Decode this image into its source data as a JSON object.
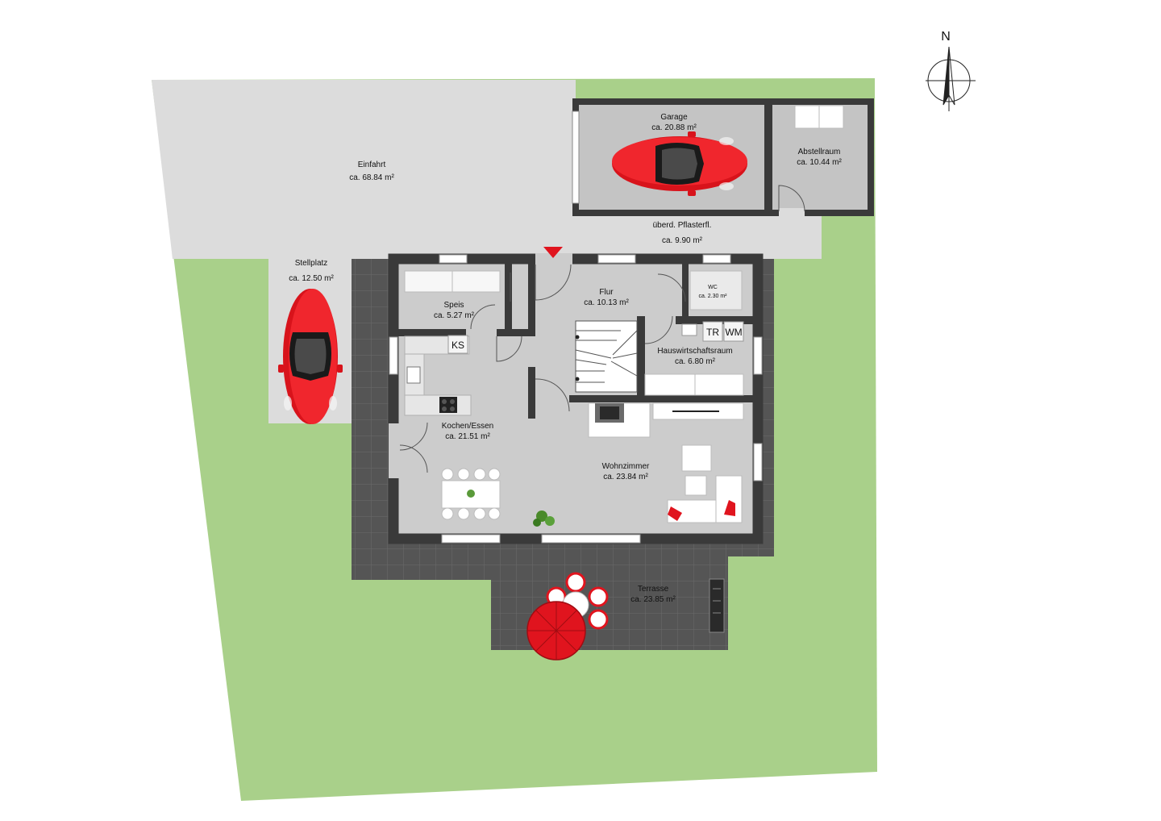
{
  "colors": {
    "lawn": "#a9d08a",
    "paving": "#dcdcdc",
    "floor": "#cccccc",
    "terrace": "#555555",
    "wall": "#3a3a3a",
    "accent": "#e0141e"
  },
  "compass": {
    "label": "N"
  },
  "rooms": {
    "einfahrt": {
      "name": "Einfahrt",
      "area": "ca. 68.84 m²"
    },
    "garage": {
      "name": "Garage",
      "area": "ca. 20.88 m²"
    },
    "abstellraum": {
      "name": "Abstellraum",
      "area": "ca. 10.44 m²"
    },
    "pflaster": {
      "name": "überd. Pflasterfl.",
      "area": "ca. 9.90 m²"
    },
    "stellplatz": {
      "name": "Stellplatz",
      "area": "ca. 12.50 m²"
    },
    "speis": {
      "name": "Speis",
      "area": "ca. 5.27 m²"
    },
    "flur": {
      "name": "Flur",
      "area": "ca. 10.13 m²"
    },
    "wc": {
      "name": "WC",
      "area": "ca. 2.30 m²"
    },
    "hwr": {
      "name": "Hauswirtschaftsraum",
      "area": "ca. 6.80 m²"
    },
    "kochen": {
      "name": "Kochen/Essen",
      "area": "ca. 21.51 m²"
    },
    "wohnen": {
      "name": "Wohnzimmer",
      "area": "ca. 23.84 m²"
    },
    "terrasse": {
      "name": "Terrasse",
      "area": "ca. 23.85 m²"
    }
  },
  "appliances": {
    "ks": "KS",
    "tr": "TR",
    "wm": "WM"
  },
  "icons": [
    "compass-icon",
    "car-icon",
    "entrance-arrow-icon",
    "parasol-icon",
    "plant-icon",
    "stair-icon",
    "fireplace-icon"
  ]
}
